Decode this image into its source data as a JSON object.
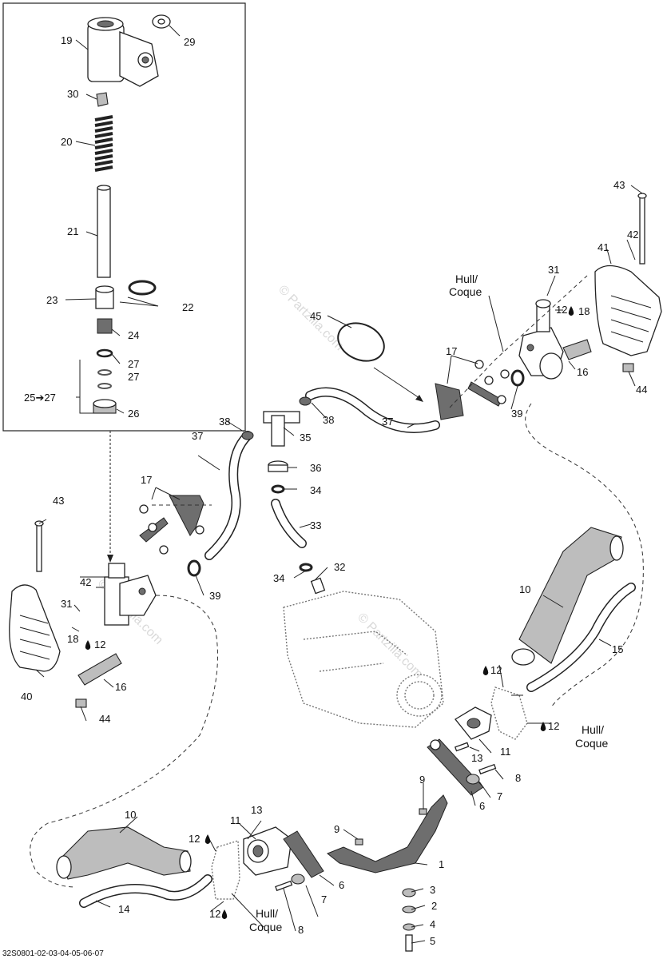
{
  "diagram_code": "32S0801-02-03-04-05-06-07",
  "watermark": "© Partzilla.com",
  "hull_note_line1": "Hull/",
  "hull_note_line2": "Coque",
  "labels": {
    "l1": "1",
    "l2": "2",
    "l3": "3",
    "l4": "4",
    "l5": "5",
    "l6a": "6",
    "l6b": "6",
    "l7a": "7",
    "l7b": "7",
    "l8a": "8",
    "l8b": "8",
    "l9a": "9",
    "l9b": "9",
    "l10a": "10",
    "l10b": "10",
    "l11a": "11",
    "l11b": "11",
    "l12a": "12",
    "l12b": "12",
    "l12c": "12",
    "l12d": "12",
    "l12e": "12",
    "l12f": "12",
    "l13a": "13",
    "l13b": "13",
    "l14": "14",
    "l15": "15",
    "l16a": "16",
    "l16b": "16",
    "l17a": "17",
    "l17b": "17",
    "l18a": "18",
    "l18b": "18",
    "l19": "19",
    "l20": "20",
    "l21": "21",
    "l22": "22",
    "l23": "23",
    "l24": "24",
    "l25": "25➔27",
    "l26": "26",
    "l27a": "27",
    "l27b": "27",
    "l29": "29",
    "l30": "30",
    "l31a": "31",
    "l31b": "31",
    "l32": "32",
    "l33": "33",
    "l34a": "34",
    "l34b": "34",
    "l35": "35",
    "l36": "36",
    "l37a": "37",
    "l37b": "37",
    "l38a": "38",
    "l38b": "38",
    "l39a": "39",
    "l39b": "39",
    "l40": "40",
    "l41": "41",
    "l42a": "42",
    "l42b": "42",
    "l43a": "43",
    "l43b": "43",
    "l44a": "44",
    "l44b": "44",
    "l45": "45"
  }
}
